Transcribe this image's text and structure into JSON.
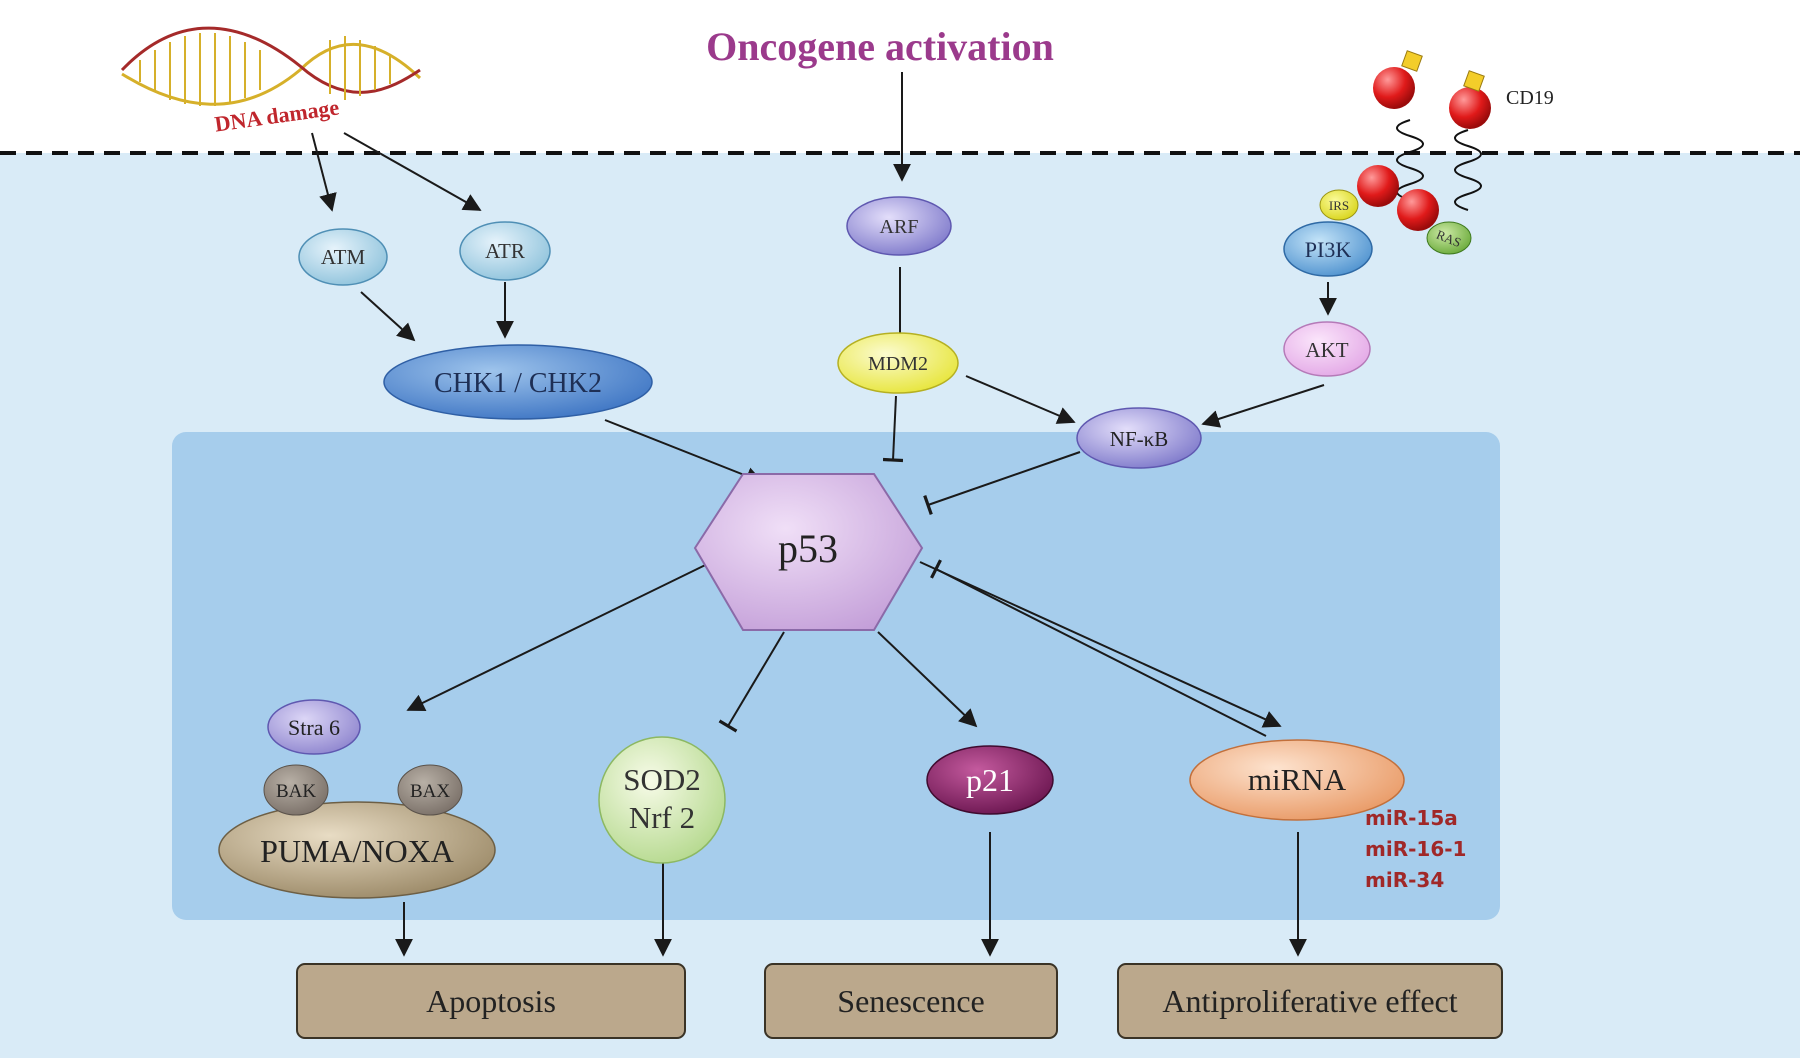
{
  "triggers": {
    "dna_damage": "DNA damage",
    "oncogene_activation": "Oncogene activation",
    "cd19": "CD19"
  },
  "nodes": {
    "atm": "ATM",
    "atr": "ATR",
    "chk": "CHK1 / CHK2",
    "arf": "ARF",
    "mdm2": "MDM2",
    "irs": "IRS",
    "ras": "RAS",
    "pi3k": "PI3K",
    "akt": "AKT",
    "nfkb": "NF-κB",
    "p53": "p53",
    "stra6": "Stra 6",
    "bak": "BAK",
    "bax": "BAX",
    "puma_noxa": "PUMA/NOXA",
    "sod2": "SOD2",
    "nrf2": "Nrf 2",
    "p21": "p21",
    "mirna": "miRNA"
  },
  "mirna_list": [
    "miR-15a",
    "miR-16-1",
    "miR-34"
  ],
  "outcomes": {
    "apoptosis": "Apoptosis",
    "senescence": "Senescence",
    "antiproliferative": "Antiproliferative effect"
  },
  "colors": {
    "outer_bg": "#d9ebf7",
    "inner_bg": "#a6cdec",
    "oncogene_text": "#9b3a8c",
    "dna_text": "#c0262d",
    "mirna_list_text": "#a02828",
    "outcome_fill": "#bba88c"
  }
}
